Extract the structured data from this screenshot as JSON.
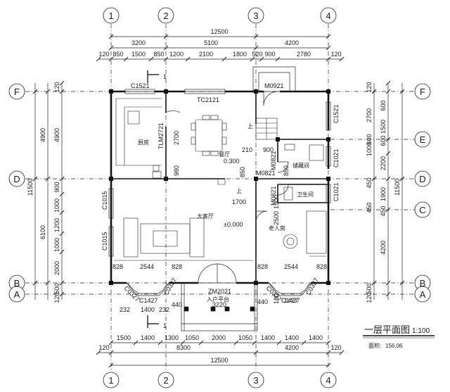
{
  "axes_top": [
    "1",
    "2",
    "3",
    "4"
  ],
  "axes_bottom": [
    "1",
    "2",
    "3",
    "4"
  ],
  "axes_left": [
    "F",
    "D",
    "B",
    "A"
  ],
  "axes_right": [
    "F",
    "E",
    "D",
    "C",
    "B",
    "A"
  ],
  "dims_top": {
    "overall": "12500",
    "row2": [
      "3200",
      "5100",
      "4200"
    ],
    "row3": [
      "120",
      "850",
      "1500",
      "850",
      "1200",
      "2100",
      "1800",
      "520",
      "900",
      "2780",
      "120"
    ]
  },
  "dims_bottom": {
    "row1": [
      "1500",
      "1400",
      "1300",
      "1050",
      "2000",
      "1050",
      "1400",
      "1400",
      "1400"
    ],
    "row2": [
      "120",
      "8300",
      "4200",
      "120"
    ],
    "overall": "12500"
  },
  "dims_left": {
    "overall": "11500",
    "outer": [
      "4900",
      "6100"
    ],
    "inner": [
      "120",
      "4900",
      "900",
      "1000",
      "1200",
      "1000",
      "2000",
      "500",
      "120"
    ]
  },
  "dims_right": {
    "overall": "11500",
    "outer": [
      "120",
      "2700",
      "1500",
      "600",
      "1000",
      "2200",
      "450",
      "1900",
      "4200",
      "500",
      "120"
    ],
    "inner": [
      "600",
      "600",
      "450",
      "450"
    ]
  },
  "openings": {
    "c1521_top": "C1521",
    "tc2121": "TC2121",
    "m0921_top": "M0921",
    "c1521_right": "C1521",
    "tlm2721": "TLM2721",
    "c1021_a": "C1021",
    "c1021_b": "C1021",
    "m0821_a": "M0821",
    "m0821_b": "M0821",
    "m0821_c": "M0821",
    "c1015_a": "C1015",
    "c1015_b": "C1015",
    "zm2021": "ZM2021",
    "c1427_a": "C1427",
    "c1427_b": "C1427",
    "c0327_a": "C0327",
    "c0327_b": "C0327",
    "c0327_c": "C0327",
    "c0327_d": "C0327"
  },
  "rooms": {
    "kitchen": "厨房",
    "dining": "餐厅",
    "living": "大客厅",
    "elder": "老人房",
    "storage": "储藏间",
    "bath": "卫生间",
    "entrance": "入户平台",
    "up": "上"
  },
  "inner_dims": {
    "d2700": "2700",
    "d980": "980",
    "d0300": "0.300",
    "d850": "850",
    "d1700": "1700",
    "d900": "900",
    "d210": "210",
    "d1500": "1500",
    "d850b": "850",
    "d2500": "2500",
    "d828a": "828",
    "d2544a": "2544",
    "d828b": "828",
    "d828c": "828",
    "d2544b": "2544",
    "d828d": "828",
    "d232a": "232",
    "d1400": "1400",
    "d232b": "232",
    "d440a": "440",
    "d3220": "3220",
    "d440b": "440",
    "d160": "160",
    "d1427": "1427",
    "level": "±0.000",
    "section": "1"
  },
  "title": {
    "name": "一层平面图",
    "scale": "1:100",
    "area_label": "面积:",
    "area_value": "156.06"
  }
}
